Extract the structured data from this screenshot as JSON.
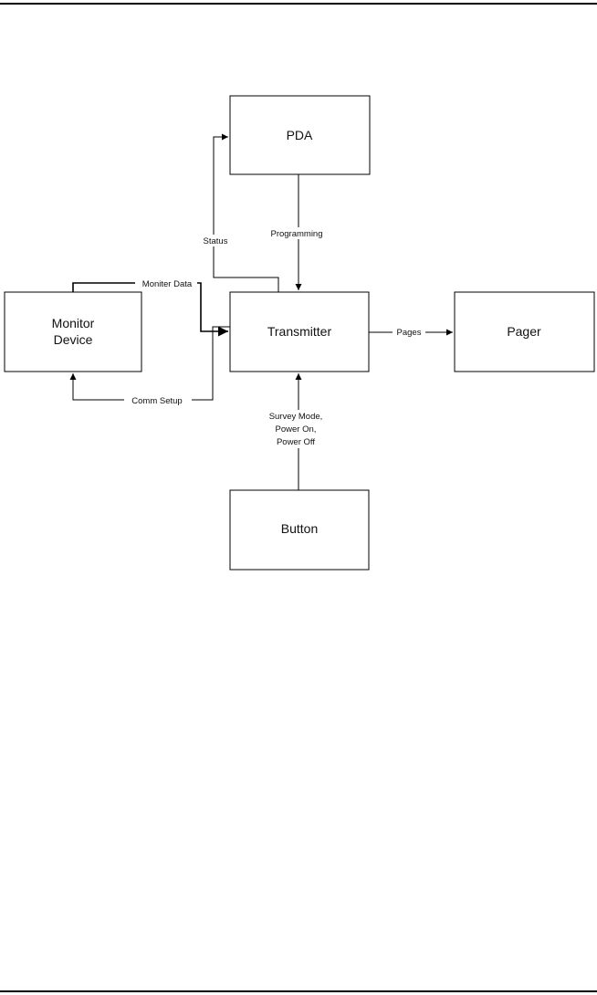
{
  "nodes": {
    "pda": "PDA",
    "monitor": [
      "Monitor",
      "Device"
    ],
    "transmitter": "Transmitter",
    "pager": "Pager",
    "button": "Button"
  },
  "edges": {
    "status": "Status",
    "programming": "Programming",
    "monitor_data": "Moniter Data",
    "pages": "Pages",
    "comm_setup": "Comm Setup",
    "button_events": [
      "Survey Mode,",
      "Power On,",
      "Power Off"
    ]
  }
}
